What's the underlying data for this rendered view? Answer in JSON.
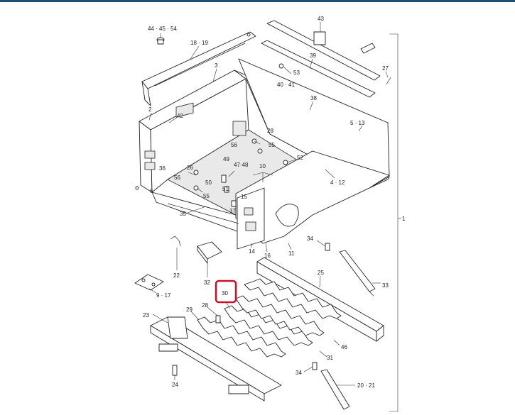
{
  "labels": {
    "l_44_45_54": "44 · 45 · 54",
    "l_18_19": "18 · 19",
    "l_43": "43",
    "l_3": "3",
    "l_39": "39",
    "l_53": "53",
    "l_40_41": "40 · 41",
    "l_27": "27",
    "l_38": "38",
    "l_2": "2",
    "l_42": "42",
    "l_5_13": "5 · 13",
    "l_28a": "28",
    "l_56a": "56",
    "l_55a": "55",
    "l_52": "52",
    "l_49": "49",
    "l_47_48": "47·48",
    "l_10": "10",
    "l_36": "36",
    "l_26": "26",
    "l_56b": "56",
    "l_50": "50",
    "l_51": "51",
    "l_4_12": "4 · 12",
    "l_6": "6",
    "l_55b": "55",
    "l_15": "15",
    "l_37": "37",
    "l_35": "35",
    "l_1": "1",
    "l_34a": "34",
    "l_14": "14",
    "l_16": "16",
    "l_11": "11",
    "l_25": "25",
    "l_22": "22",
    "l_32": "32",
    "l_33": "33",
    "l_9_17": "9 · 17",
    "l_30": "30",
    "l_23": "23",
    "l_29": "29",
    "l_28b": "28",
    "l_46": "46",
    "l_31": "31",
    "l_34b": "34",
    "l_24": "24",
    "l_20_21": "20 · 21"
  },
  "highlight": {
    "label": "30",
    "color": "#c8102e"
  },
  "colors": {
    "topbar": "#1f4e79",
    "line": "#222222"
  }
}
